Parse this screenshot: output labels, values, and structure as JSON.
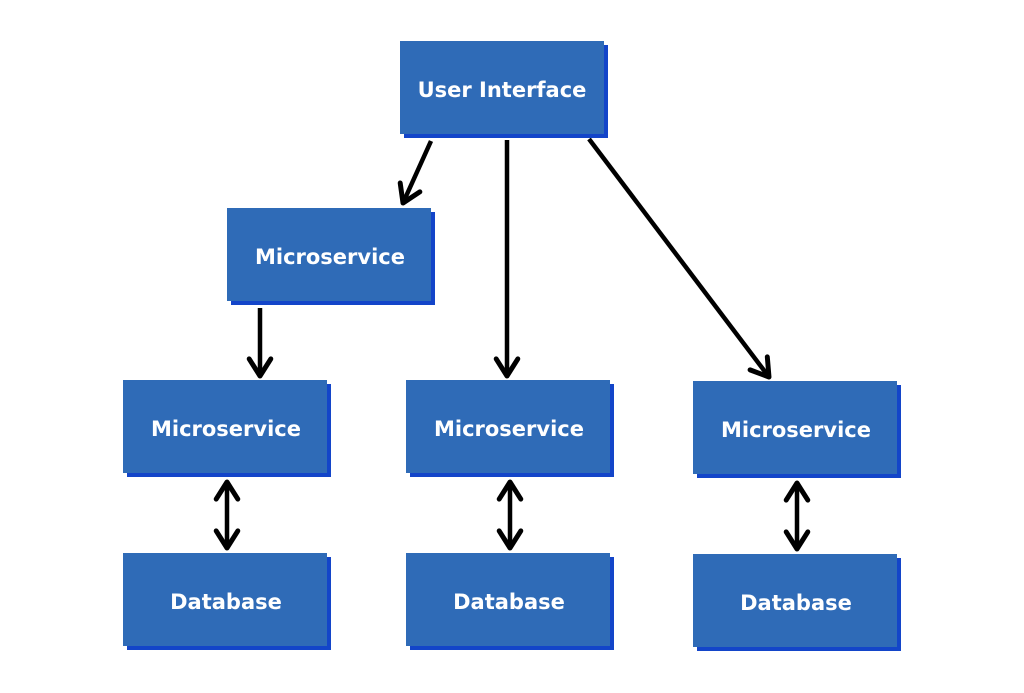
{
  "nodes": {
    "ui": {
      "label": "User Interface"
    },
    "ms_top": {
      "label": "Microservice"
    },
    "ms_left": {
      "label": "Microservice"
    },
    "ms_center": {
      "label": "Microservice"
    },
    "ms_right": {
      "label": "Microservice"
    },
    "db_left": {
      "label": "Database"
    },
    "db_center": {
      "label": "Database"
    },
    "db_right": {
      "label": "Database"
    }
  },
  "colors": {
    "node_fill": "#2f6bb7",
    "node_shadow": "#1345c9",
    "node_text": "#ffffff",
    "arrow": "#000000"
  }
}
